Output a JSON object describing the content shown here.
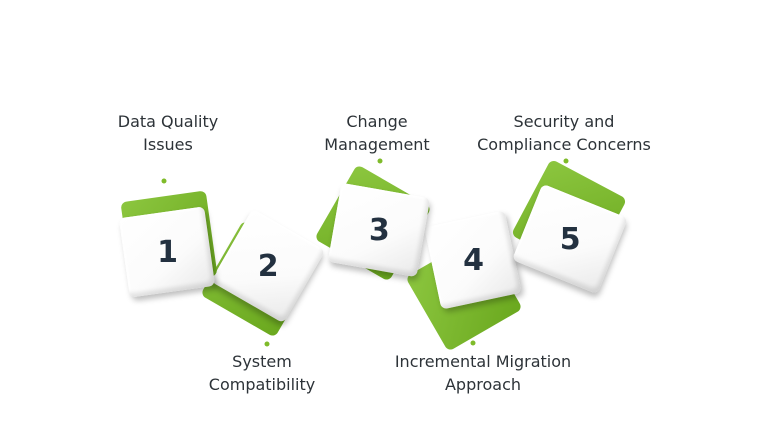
{
  "diagram": {
    "colors": {
      "accent": "#7fbb2a",
      "text": "#2d3338",
      "number": "#233140",
      "card": "#ffffff"
    },
    "steps": [
      {
        "number": "1",
        "title_line1": "Data Quality",
        "title_line2": "Issues",
        "label_position": "top"
      },
      {
        "number": "2",
        "title_line1": "System",
        "title_line2": "Compatibility",
        "label_position": "bottom"
      },
      {
        "number": "3",
        "title_line1": "Change",
        "title_line2": "Management",
        "label_position": "top"
      },
      {
        "number": "4",
        "title_line1": "Incremental Migration",
        "title_line2": "Approach",
        "label_position": "bottom"
      },
      {
        "number": "5",
        "title_line1": "Security and",
        "title_line2": "Compliance Concerns",
        "label_position": "top"
      }
    ]
  }
}
